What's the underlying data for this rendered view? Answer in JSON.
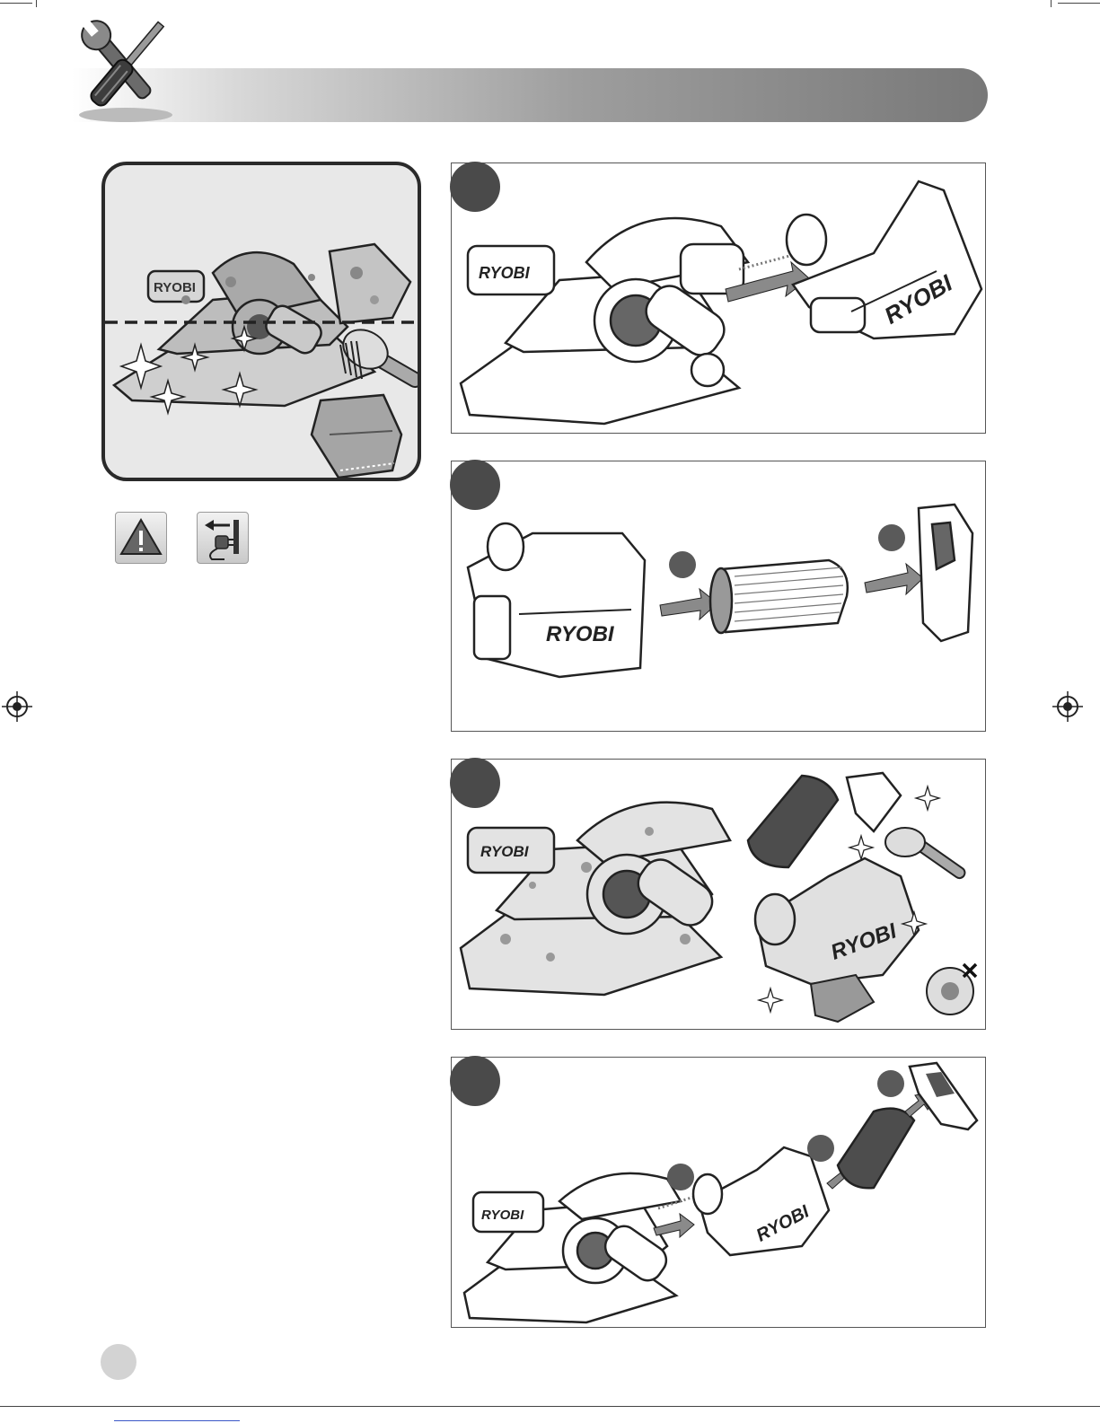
{
  "header": {
    "icon": "tools-icon"
  },
  "cleaning_panel": {
    "brand_label": "RYOBI",
    "icons": [
      "sander-dirty-icon",
      "brush-icon",
      "cloth-icon",
      "sparkle-icon"
    ]
  },
  "warning_icons": [
    {
      "name": "warning-triangle-icon"
    },
    {
      "name": "unplug-icon"
    }
  ],
  "steps": [
    {
      "name": "step-1",
      "brand_labels": [
        "RYOBI",
        "RYOBI"
      ]
    },
    {
      "name": "step-2",
      "brand_labels": [
        "RYOBI"
      ]
    },
    {
      "name": "step-3",
      "brand_labels": [
        "RYOBI",
        "RYOBI"
      ]
    },
    {
      "name": "step-4",
      "brand_labels": [
        "RYOBI",
        "RYOBI"
      ]
    }
  ],
  "colors": {
    "step_circle": "#4a4a4a",
    "panel_bg": "#e8e8e8",
    "header_dark": "#787878",
    "link": "#3a57c7"
  }
}
